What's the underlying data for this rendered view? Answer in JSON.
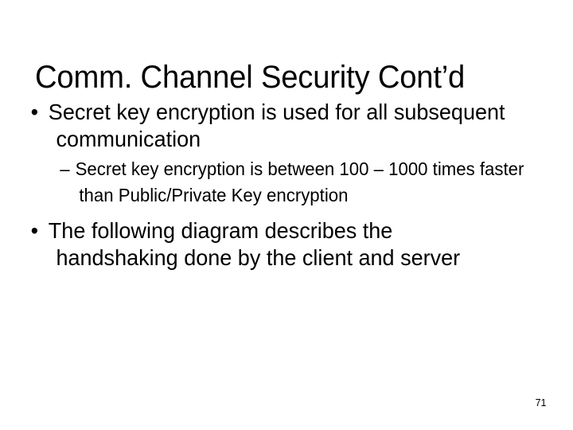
{
  "slide": {
    "title": "Comm. Channel Security Cont’d",
    "page_number": "71",
    "background_color": "#ffffff",
    "text_color": "#000000",
    "bullet_marker_level1": "•",
    "bullet_marker_level2": "–",
    "outline": [
      {
        "level": 1,
        "text": "Secret key encryption is used for all subsequent communication"
      },
      {
        "level": 2,
        "text": "Secret key encryption is between 100 – 1000 times faster than Public/Private Key encryption"
      },
      {
        "level": 1,
        "text": "The following diagram describes the handshaking done by the client and server"
      }
    ]
  }
}
